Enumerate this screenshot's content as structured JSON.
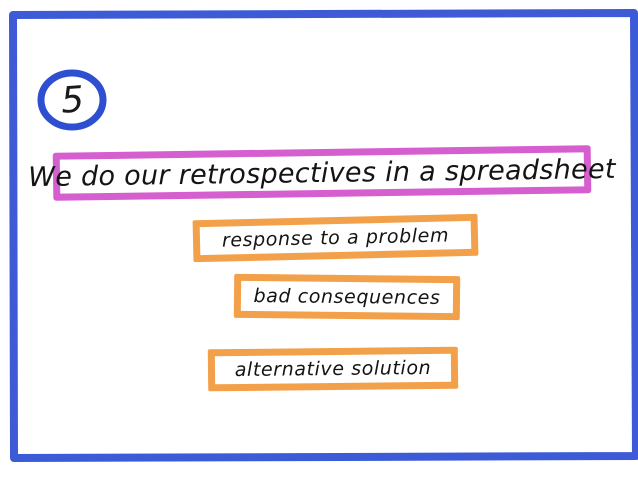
{
  "slide": {
    "number": "5",
    "title": "We do our retrospectives in a spreadsheet",
    "points": [
      "response to a problem",
      "bad consequences",
      "alternative solution"
    ]
  },
  "colors": {
    "frame": "#3d5bd6",
    "badge_ring": "#2f4fd1",
    "title_strip": "#d65fd0",
    "point_strip": "#f2a14a",
    "text": "#141414"
  }
}
